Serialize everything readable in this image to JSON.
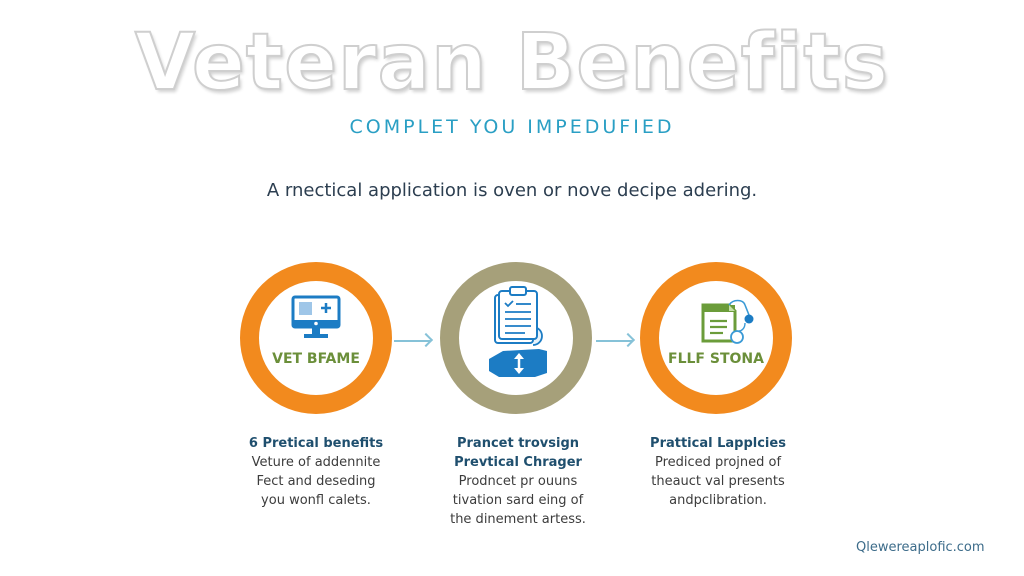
{
  "header": {
    "title": "Veteran Benefits",
    "subtitle": "COMPLET YOU IMPEDUFIED",
    "tagline": "A rnectical application is oven or nove decipe adering."
  },
  "steps": [
    {
      "ring_color": "#f28a1e",
      "icon": "computer-monitor-icon",
      "ring_label": "VET BFAME",
      "heading_lines": [
        "6 Pretical benefits"
      ],
      "body_lines": [
        "Veture of addennite",
        "Fect and deseding",
        "you wonfl calets."
      ]
    },
    {
      "ring_color": "#a6a07a",
      "icon": "clipboard-handshake-icon",
      "ring_label": "",
      "heading_lines": [
        "Prancet trovsign",
        "Prevtical Chrager"
      ],
      "body_lines": [
        "Prodncet pr ouuns",
        "tivation sard eing of",
        "the dinement artess."
      ]
    },
    {
      "ring_color": "#f28a1e",
      "icon": "document-stethoscope-icon",
      "ring_label": "FLLF STONA",
      "heading_lines": [
        "Prattical Lapplcies"
      ],
      "body_lines": [
        "Prediced projned of",
        "theauct val presents",
        "andpclibration."
      ]
    }
  ],
  "footer": {
    "website": "Qlewereaplofic.com"
  },
  "colors": {
    "orange": "#f28a1e",
    "olive": "#a6a07a",
    "accent_blue": "#2a9fc4",
    "icon_blue": "#1c7cc4",
    "label_green": "#6b8f3a",
    "heading_navy": "#1f4f6e"
  }
}
